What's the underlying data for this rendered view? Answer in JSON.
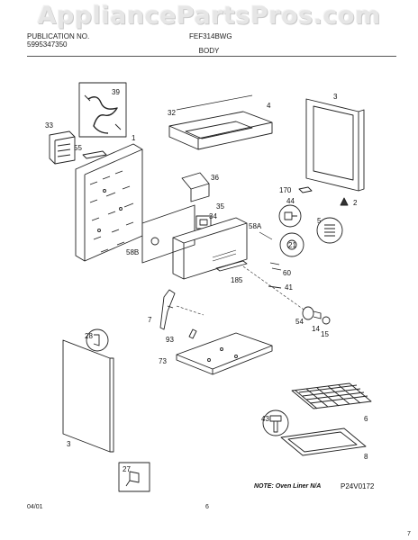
{
  "watermark": "AppliancePartsPros.com",
  "header": {
    "left_line1": "PUBLICATION NO.",
    "left_line2": "5995347350",
    "center": "FEF314BWG",
    "section": "BODY"
  },
  "callouts": {
    "c39": "39",
    "c33": "33",
    "c55": "55",
    "c1": "1",
    "c32": "32",
    "c4": "4",
    "c3a": "3",
    "c36": "36",
    "c170": "170",
    "c2": "2",
    "c44": "44",
    "c35": "35",
    "c34": "34",
    "c5": "5",
    "c58a": "58A",
    "c21": "21",
    "c58b": "58B",
    "c60": "60",
    "c185": "185",
    "c41": "41",
    "c7": "7",
    "c54": "54",
    "c14": "14",
    "c15": "15",
    "c93": "93",
    "c28": "28",
    "c73": "73",
    "c3b": "3",
    "c43": "43",
    "c6": "6",
    "c8": "8",
    "c27": "27"
  },
  "note": "NOTE: Oven Liner N/A",
  "drawing_code": "P24V0172",
  "footer": {
    "date": "04/01",
    "page": "6",
    "corner": "7"
  }
}
